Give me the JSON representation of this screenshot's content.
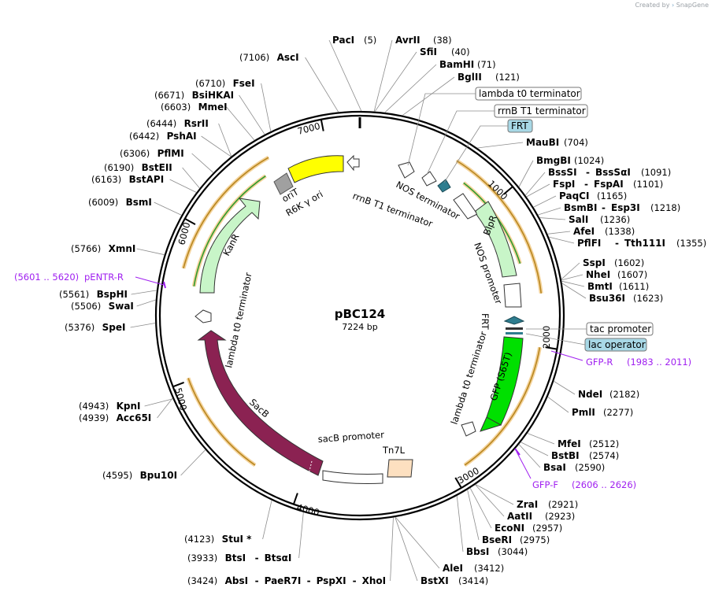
{
  "credit": {
    "prefix": "Created by",
    "brand": "SnapGene"
  },
  "plasmid": {
    "name": "pBC124",
    "size": "7224 bp"
  },
  "ticks": [
    "1000",
    "2000",
    "3000",
    "4000",
    "5000",
    "6000",
    "7000"
  ],
  "enzymes": {
    "paci": {
      "name": "PacI",
      "pos": "(5)"
    },
    "avrii": {
      "name": "AvrII",
      "pos": "(38)"
    },
    "sfii": {
      "name": "SfiI",
      "pos": "(40)"
    },
    "bamhi": {
      "name": "BamHI",
      "pos": "(71)"
    },
    "bglii": {
      "name": "BglII",
      "pos": "(121)"
    },
    "maubi": {
      "name": "MauBI",
      "pos": "(704)"
    },
    "bmgbi": {
      "name": "BmgBI",
      "pos": "(1024)"
    },
    "bsssi": {
      "name": "BssSI",
      "pos": "(1091)",
      "sep": "-",
      "alt": "BssSαI"
    },
    "fspi": {
      "name": "FspI",
      "pos": "(1101)",
      "sep": "-",
      "alt": "FspAI"
    },
    "paqci": {
      "name": "PaqCI",
      "pos": "(1165)"
    },
    "bsmbi": {
      "name": "BsmBI",
      "pos": "(1218)",
      "sep": "-",
      "alt": "Esp3I"
    },
    "sali": {
      "name": "SalI",
      "pos": "(1236)"
    },
    "afei": {
      "name": "AfeI",
      "pos": "(1338)"
    },
    "pflfi": {
      "name": "PflFI",
      "pos": "(1355)",
      "sep": "-",
      "alt": "Tth111I"
    },
    "sspi": {
      "name": "SspI",
      "pos": "(1602)"
    },
    "nhei": {
      "name": "NheI",
      "pos": "(1607)"
    },
    "bmti": {
      "name": "BmtI",
      "pos": "(1611)"
    },
    "bsu36i": {
      "name": "Bsu36I",
      "pos": "(1623)"
    },
    "ndei": {
      "name": "NdeI",
      "pos": "(2182)"
    },
    "pmli": {
      "name": "PmlI",
      "pos": "(2277)"
    },
    "mfei": {
      "name": "MfeI",
      "pos": "(2512)"
    },
    "bstbi": {
      "name": "BstBI",
      "pos": "(2574)"
    },
    "bsai": {
      "name": "BsaI",
      "pos": "(2590)"
    },
    "zrai": {
      "name": "ZraI",
      "pos": "(2921)"
    },
    "aatii": {
      "name": "AatII",
      "pos": "(2923)"
    },
    "econi": {
      "name": "EcoNI",
      "pos": "(2957)"
    },
    "bseri": {
      "name": "BseRI",
      "pos": "(2975)"
    },
    "bbsi": {
      "name": "BbsI",
      "pos": "(3044)"
    },
    "alei": {
      "name": "AleI",
      "pos": "(3412)"
    },
    "bstxi": {
      "name": "BstXI",
      "pos": "(3414)"
    },
    "absi": {
      "name": "AbsI",
      "pos": "(3424)",
      "sep1": "-",
      "alt1": "PaeR7I",
      "sep2": "-",
      "alt2": "PspXI",
      "sep3": "-",
      "alt3": "XhoI"
    },
    "btsi": {
      "name": "BtsI",
      "pos": "(3933)",
      "sep": "-",
      "alt": "BtsαI"
    },
    "stui": {
      "name": "StuI *",
      "pos": "(4123)"
    },
    "bpu10i": {
      "name": "Bpu10I",
      "pos": "(4595)"
    },
    "acc65i": {
      "name": "Acc65I",
      "pos": "(4939)"
    },
    "kpni": {
      "name": "KpnI",
      "pos": "(4943)"
    },
    "spei": {
      "name": "SpeI",
      "pos": "(5376)"
    },
    "swai": {
      "name": "SwaI",
      "pos": "(5506)"
    },
    "bsphi": {
      "name": "BspHI",
      "pos": "(5561)"
    },
    "xmni": {
      "name": "XmnI",
      "pos": "(5766)"
    },
    "bsmi": {
      "name": "BsmI",
      "pos": "(6009)"
    },
    "bstapi": {
      "name": "BstAPI",
      "pos": "(6163)"
    },
    "bsteii": {
      "name": "BstEII",
      "pos": "(6190)"
    },
    "pflmi": {
      "name": "PflMI",
      "pos": "(6306)"
    },
    "pshai": {
      "name": "PshAI",
      "pos": "(6442)"
    },
    "rsrii": {
      "name": "RsrII",
      "pos": "(6444)"
    },
    "mmei": {
      "name": "MmeI",
      "pos": "(6603)"
    },
    "bsihkai": {
      "name": "BsiHKAI",
      "pos": "(6671)"
    },
    "fsei": {
      "name": "FseI",
      "pos": "(6710)"
    },
    "asci": {
      "name": "AscI",
      "pos": "(7106)"
    }
  },
  "primers": {
    "pentr_r": {
      "name": "pENTR-R",
      "range": "(5601 .. 5620)"
    },
    "gfp_r": {
      "name": "GFP-R",
      "range": "(1983 .. 2011)"
    },
    "gfp_f": {
      "name": "GFP-F",
      "range": "(2606 .. 2626)"
    }
  },
  "callouts": {
    "lambda": "lambda t0 terminator",
    "rrnb": "rrnB T1 terminator",
    "frt": "FRT",
    "tac": "tac promoter",
    "lacop": "lac operator"
  },
  "features": {
    "orit": "oriT",
    "r6k": "R6K γ ori",
    "rrnb_inner": "rrnB T1 terminator",
    "nos_term": "NOS terminator",
    "blpr": "BlpR",
    "nos_prom": "NOS promoter",
    "frt": "FRT",
    "lambda_right": "lambda t0 terminator",
    "gfp": "GFP (S65T)",
    "tn7l": "Tn7L",
    "sacb_prom": "sacB promoter",
    "sacb": "SacB",
    "lambda_left": "lambda t0 terminator",
    "kanr": "KanR"
  },
  "colors": {
    "backbone": "#000000",
    "orit": "#a0a0a0",
    "r6k": "#ffff00",
    "blpr": "#c8f5c8",
    "kanr": "#c8f5c8",
    "gfp": "#00e000",
    "sacb": "#8b2252",
    "tn7l": "#fde0c0",
    "frt": "#2e7d8f",
    "callout_fill": "#a8d8e6",
    "primer": "#a020f0",
    "annotation_orange": "#f0c070",
    "annotation_green": "#2e9a2e"
  }
}
